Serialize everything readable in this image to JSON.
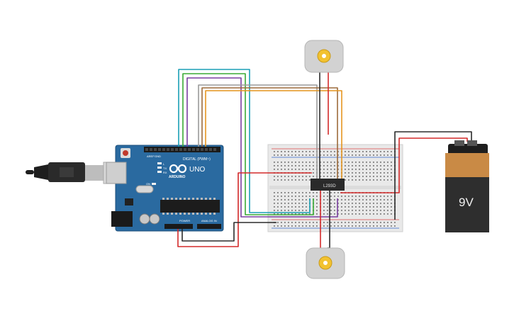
{
  "arduino": {
    "brand": "ARDUINO",
    "model": "UNO",
    "digital_label": "DIGITAL (PWM~)",
    "power_label": "POWER",
    "analog_label": "ANALOG IN",
    "on_label": "ON",
    "tx_label": "TX",
    "rx_label": "RX",
    "l_label": "L",
    "aref_label": "AREF",
    "gnd_label": "GND"
  },
  "chip": {
    "label": "L293D"
  },
  "battery": {
    "label": "9V"
  },
  "colors": {
    "board": "#2a6aa0",
    "breadboard": "#e9e9e9",
    "battery_top": "#c98a45",
    "battery_body": "#2e2e2e",
    "motor": "#d2d2d2",
    "motor_hub": "#f2c230",
    "wire_red": "#d42a2a",
    "wire_black": "#2b2b2b",
    "wire_teal": "#1a9fb5",
    "wire_green": "#3aaa35",
    "wire_purple": "#7a3fa0",
    "wire_grey": "#9a9a9a",
    "wire_brown": "#9c6a3a",
    "wire_orange": "#e6951f"
  },
  "icons": {
    "usb": "usb-cable-icon",
    "motor": "dc-motor-icon",
    "battery": "battery-9v-icon",
    "logo": "arduino-infinity-logo"
  }
}
